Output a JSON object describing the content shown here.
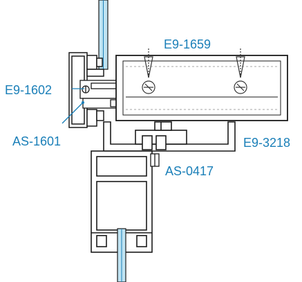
{
  "labels": {
    "e9_1659": "E9-1659",
    "e9_1602": "E9-1602",
    "as_1601": "AS-1601",
    "e9_3218": "E9-3218",
    "as_0417": "AS-0417"
  },
  "colors": {
    "label": "#1a7fb8",
    "glass": "#bfe3f2",
    "profile_fill": "#ffffff",
    "profile_stroke": "#1a1a1a",
    "screw": "#333333"
  }
}
